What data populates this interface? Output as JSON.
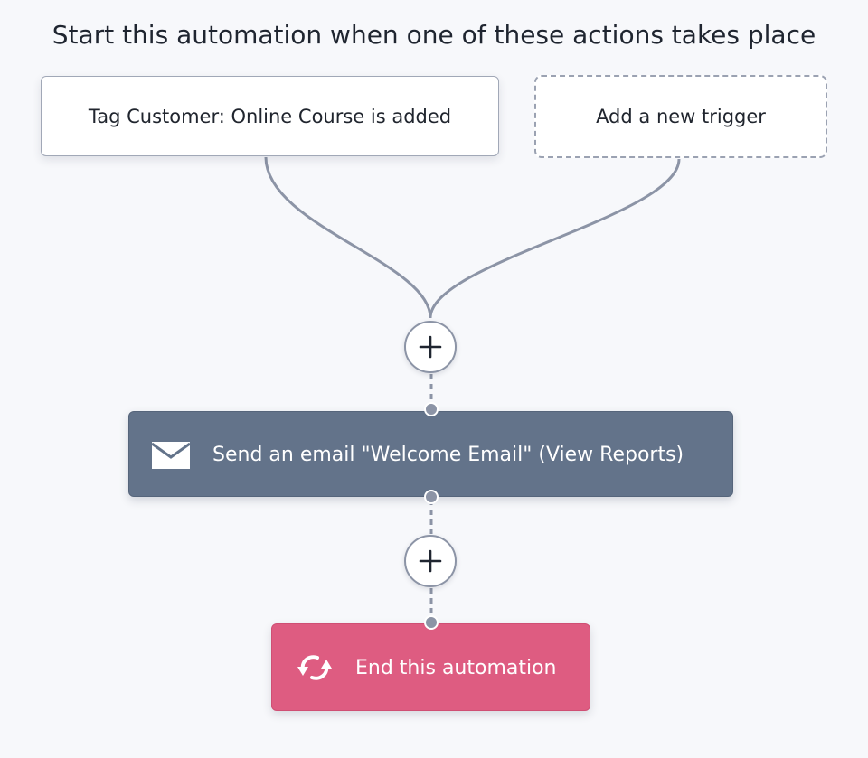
{
  "header": {
    "title": "Start this automation when one of these actions takes place"
  },
  "triggers": [
    {
      "label": "Tag Customer: Online Course is added"
    }
  ],
  "add_trigger": {
    "label": "Add a new trigger"
  },
  "steps": [
    {
      "label": "Send an email \"Welcome Email\" (View Reports)",
      "icon": "envelope-icon",
      "color": "#63738a"
    },
    {
      "label": "End this automation",
      "icon": "refresh-icon",
      "color": "#de5c81"
    }
  ],
  "colors": {
    "background": "#f7f8fb",
    "connector": "#8c94a6",
    "email_step": "#63738a",
    "end_step": "#de5c81"
  },
  "icons": {
    "add_step": "plus-icon",
    "email": "envelope-icon",
    "end": "refresh-icon"
  }
}
